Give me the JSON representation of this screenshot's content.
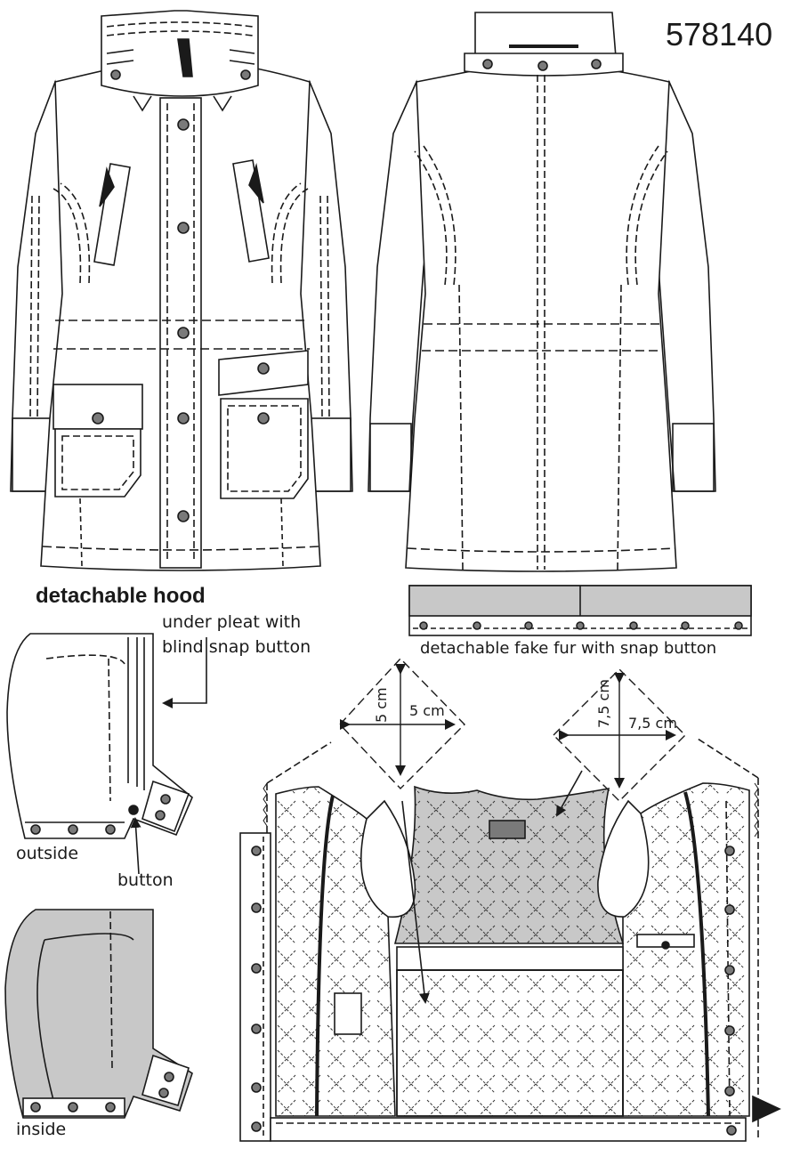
{
  "model_number": "578140",
  "hood_section": {
    "title": "detachable hood"
  },
  "labels": {
    "under_pleat": [
      "under pleat with",
      "blind snap button"
    ],
    "outside": "outside",
    "button": "button",
    "inside": "inside",
    "fake_fur": "detachable fake fur with snap button"
  },
  "dimensions": {
    "left_vertical": "5 cm",
    "left_horizontal": "5 cm",
    "right_vertical": "7,5 cm",
    "right_horizontal": "7,5 cm"
  },
  "colors": {
    "line": "#1a1a1a",
    "fill_gray": "#c8c8c8",
    "button_gray": "#7a7a7a",
    "paper": "#ffffff"
  }
}
